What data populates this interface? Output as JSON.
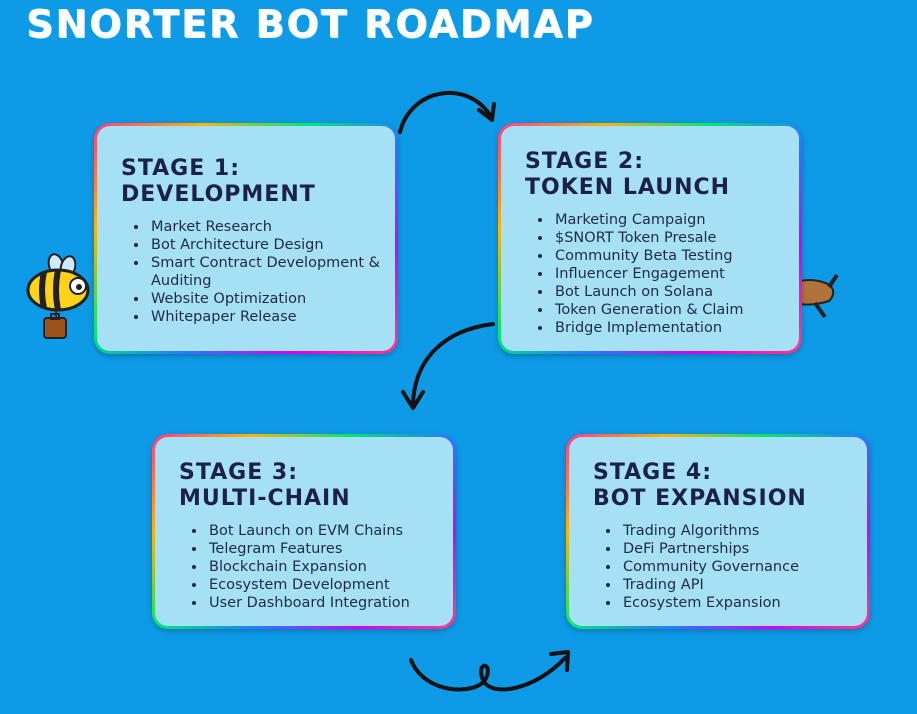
{
  "title": "Snorter Bot Roadmap",
  "stages": [
    {
      "heading_line1": "Stage 1:",
      "heading_line2": "Development",
      "items": [
        "Market Research",
        "Bot Architecture Design",
        "Smart Contract Development & Auditing",
        "Website Optimization",
        "Whitepaper Release"
      ]
    },
    {
      "heading_line1": "Stage 2:",
      "heading_line2": "Token Launch",
      "items": [
        "Marketing Campaign",
        "$SNORT Token Presale",
        "Community Beta Testing",
        "Influencer Engagement",
        "Bot Launch on Solana",
        "Token Generation & Claim",
        "Bridge Implementation"
      ]
    },
    {
      "heading_line1": "Stage 3:",
      "heading_line2": "Multi-Chain",
      "items": [
        "Bot Launch on EVM Chains",
        "Telegram Features",
        "Blockchain Expansion",
        "Ecosystem Development",
        "User Dashboard Integration"
      ]
    },
    {
      "heading_line1": "Stage 4:",
      "heading_line2": "Bot Expansion",
      "items": [
        "Trading Algorithms",
        "DeFi Partnerships",
        "Community Governance",
        "Trading API",
        "Ecosystem Expansion"
      ]
    }
  ],
  "colors": {
    "background": "#0d9be7",
    "card": "#a6e0f5",
    "heading": "#1c2147"
  },
  "icons": [
    "bee-mascot-icon",
    "dog-mascot-icon",
    "curved-arrow-icon"
  ]
}
